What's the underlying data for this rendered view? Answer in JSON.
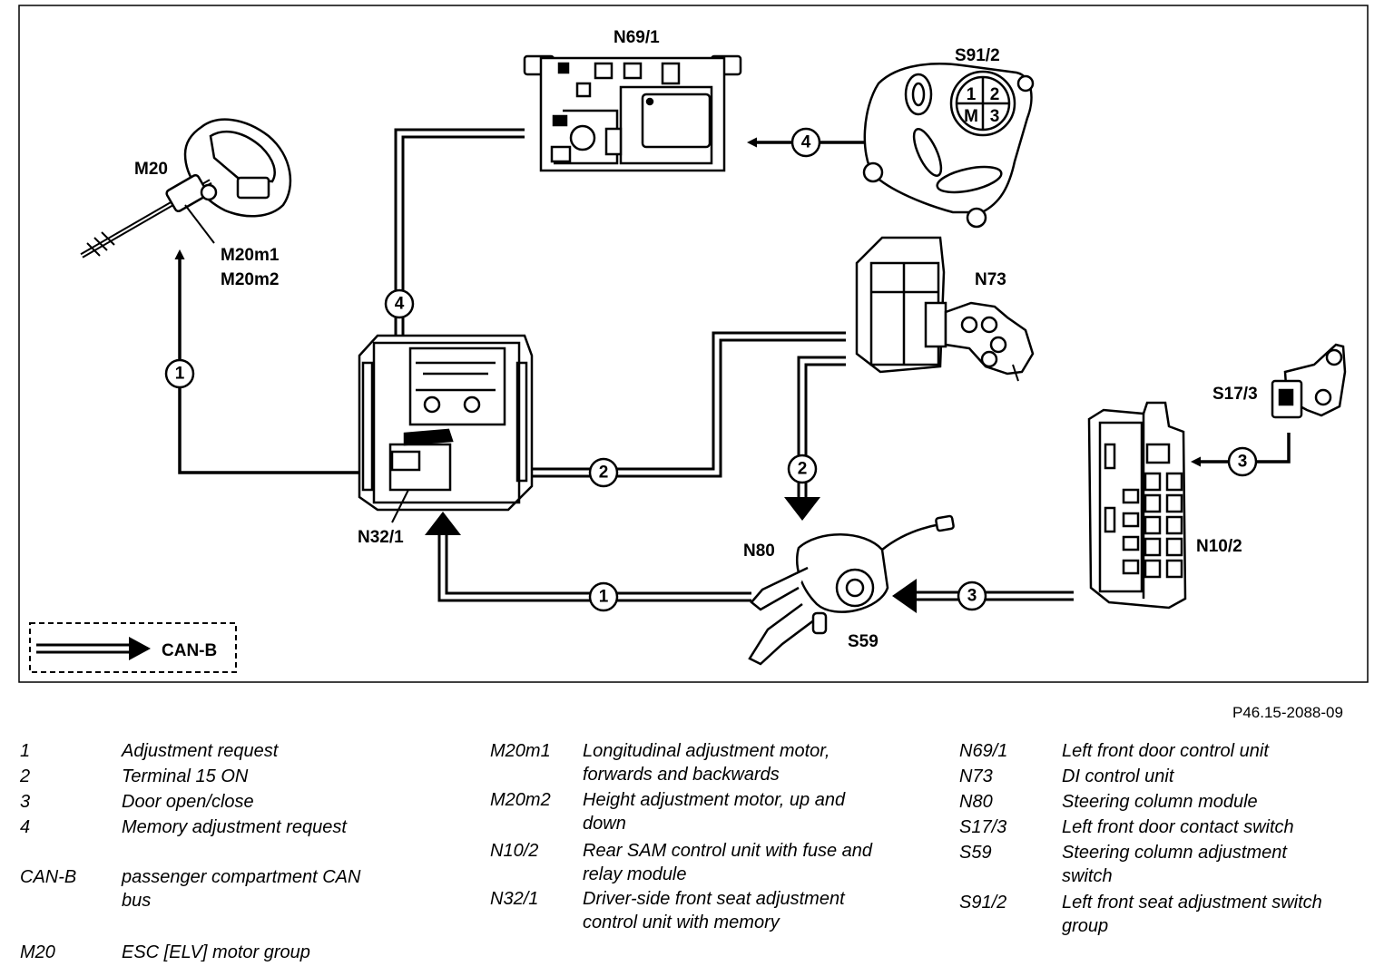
{
  "components": {
    "N69_1": "N69/1",
    "S91_2": "S91/2",
    "M20": "M20",
    "M20m1": "M20m1",
    "M20m2": "M20m2",
    "N73": "N73",
    "S17_3": "S17/3",
    "N32_1": "N32/1",
    "N80": "N80",
    "N10_2": "N10/2",
    "S59": "S59"
  },
  "switch_keys": [
    "1",
    "2",
    "M",
    "3"
  ],
  "signals": {
    "sig1": "1",
    "sig2": "2",
    "sig3": "3",
    "sig4": "4"
  },
  "bus_legend": {
    "label": "CAN-B"
  },
  "figure_ref": "P46.15-2088-09",
  "legend": {
    "col1": [
      {
        "key": "1",
        "value": "Adjustment request"
      },
      {
        "key": "2",
        "value": "Terminal 15 ON"
      },
      {
        "key": "3",
        "value": "Door open/close"
      },
      {
        "key": "4",
        "value": "Memory adjustment request"
      },
      {
        "key": "CAN-B",
        "value": "passenger compartment CAN bus"
      },
      {
        "key": "M20",
        "value": "ESC [ELV] motor group"
      }
    ],
    "col2": [
      {
        "key": "M20m1",
        "value": "Longitudinal adjustment motor, forwards and backwards"
      },
      {
        "key": "M20m2",
        "value": "Height adjustment motor, up and down"
      },
      {
        "key": "N10/2",
        "value": "Rear SAM control unit with fuse and relay module"
      },
      {
        "key": "N32/1",
        "value": "Driver-side front seat adjustment control unit with memory"
      }
    ],
    "col3": [
      {
        "key": "N69/1",
        "value": "Left front door control unit"
      },
      {
        "key": "N73",
        "value": "DI control unit"
      },
      {
        "key": "N80",
        "value": "Steering column module"
      },
      {
        "key": "S17/3",
        "value": "Left front door contact switch"
      },
      {
        "key": "S59",
        "value": "Steering column adjustment switch"
      },
      {
        "key": "S91/2",
        "value": "Left front seat adjustment switch group"
      }
    ]
  }
}
